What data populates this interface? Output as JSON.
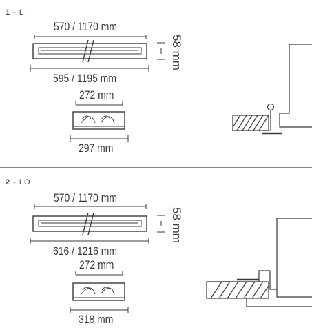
{
  "sections": [
    {
      "number": "1",
      "sep": "-",
      "code": "LI",
      "length_top": "570 / 1170 mm",
      "length_bottom": "595 / 1195 mm",
      "height": "58 mm",
      "width_top": "272 mm",
      "width_bottom": "297 mm"
    },
    {
      "number": "2",
      "sep": "-",
      "code": "LO",
      "length_top": "570 / 1170 mm",
      "length_bottom": "616 / 1216 mm",
      "height": "58 mm",
      "width_top": "272 mm",
      "width_bottom": "318 mm"
    }
  ],
  "colors": {
    "line": "#3a3a3a",
    "divider": "#8a8a8a"
  }
}
